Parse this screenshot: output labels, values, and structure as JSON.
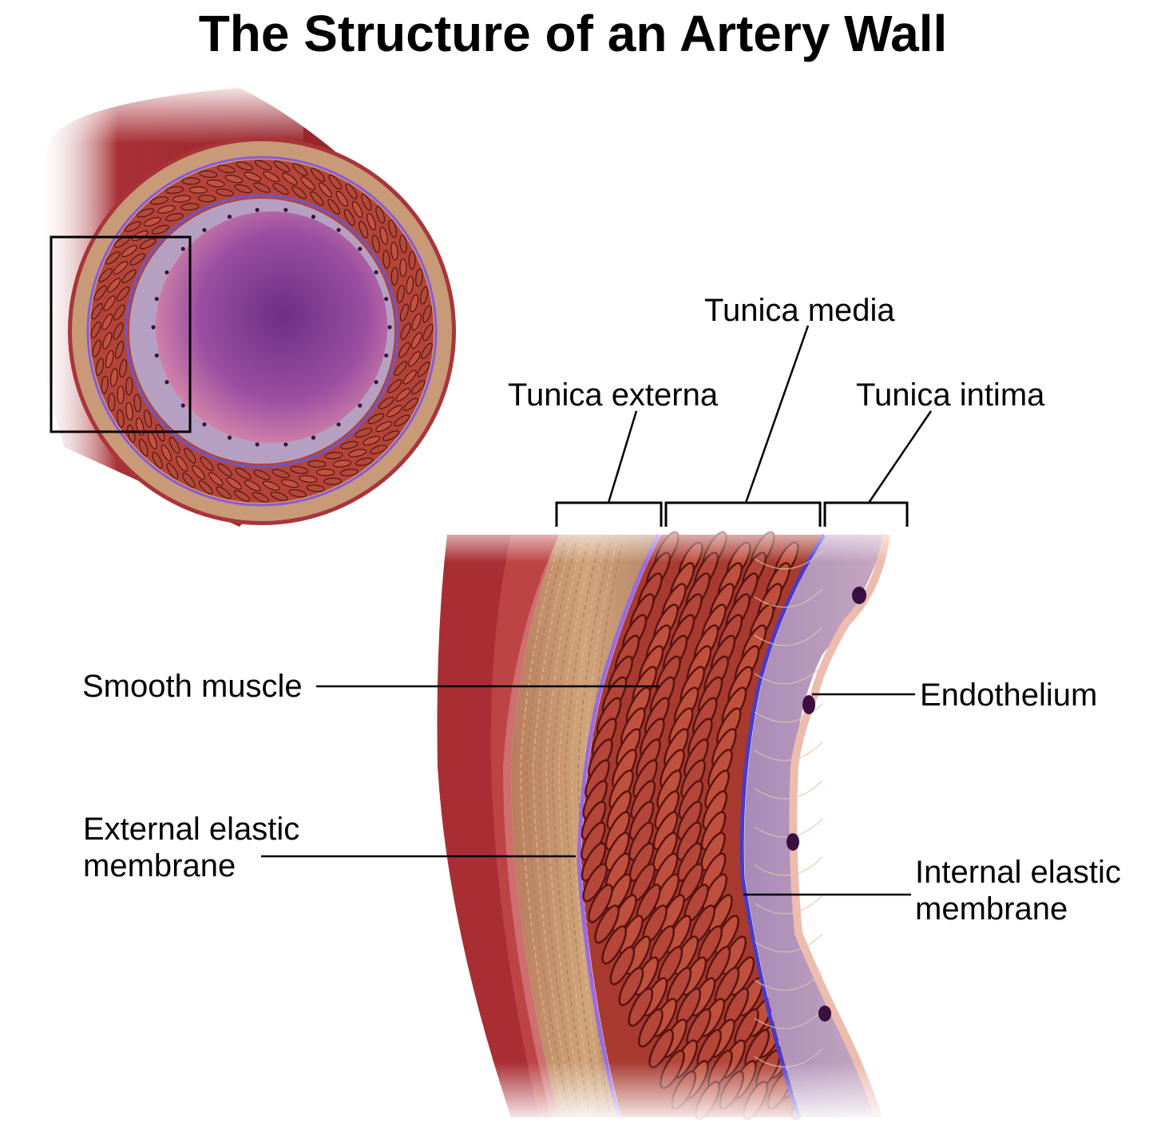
{
  "title": "The Structure of an Artery Wall",
  "labels": {
    "tunica_media": "Tunica media",
    "tunica_externa": "Tunica externa",
    "tunica_intima": "Tunica intima",
    "smooth_muscle": "Smooth muscle",
    "endothelium": "Endothelium",
    "external_elastic_membrane": "External elastic\nmembrane",
    "internal_elastic_membrane": "Internal elastic\nmembrane"
  },
  "colors": {
    "outer_vessel": "#9e2a2e",
    "tunica_externa": "#c79a72",
    "smooth_muscle": "#b8483a",
    "muscle_dark": "#5a1410",
    "tunica_intima": "#b8a2c4",
    "lumen": "#8e4a9a",
    "elastic_membrane": "#8a5ad8",
    "nucleus": "#3a1040",
    "endothelium": "#e8b8a8"
  }
}
